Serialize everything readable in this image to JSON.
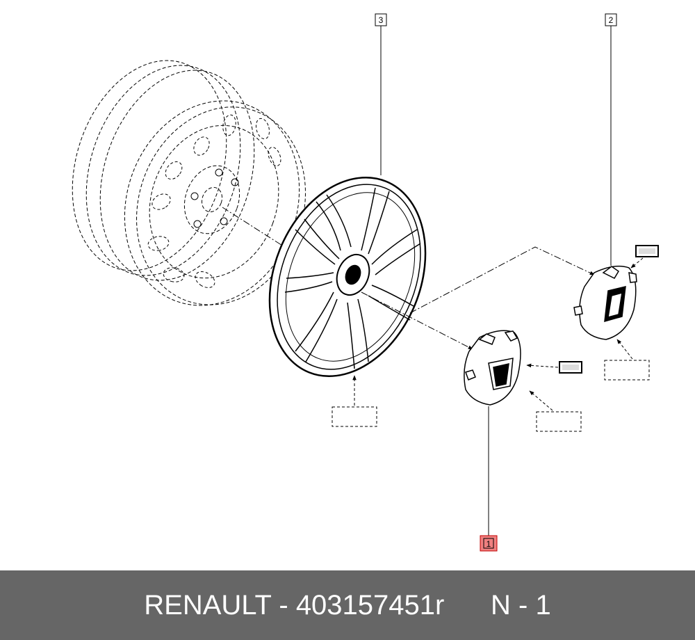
{
  "diagram": {
    "callouts": [
      {
        "id": "1",
        "highlighted": true
      },
      {
        "id": "2",
        "highlighted": false
      },
      {
        "id": "3",
        "highlighted": false
      }
    ],
    "highlight_color": "#f08080"
  },
  "footer": {
    "brand": "RENAULT",
    "separator": " - ",
    "part_number": "403157451r",
    "quantity_label": "N - 1"
  },
  "colors": {
    "footer_bg": "#666666",
    "footer_text": "#ffffff",
    "line": "#000000"
  }
}
